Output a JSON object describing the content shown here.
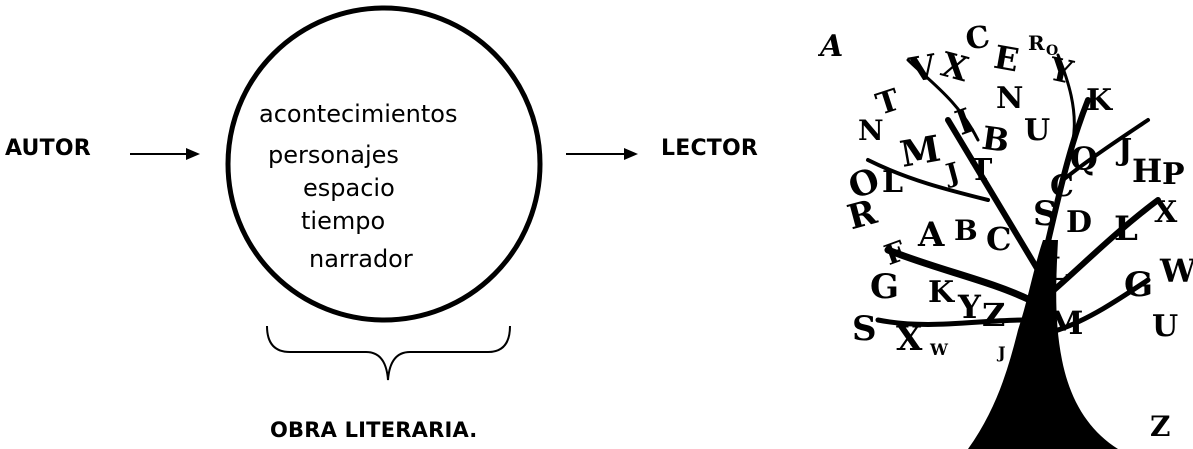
{
  "diagram": {
    "author_label": "AUTOR",
    "reader_label": "LECTOR",
    "work_label": "OBRA LITERARIA.",
    "elements": [
      "acontecimientos",
      "personajes",
      "espacio",
      "tiempo",
      "narrador"
    ]
  },
  "tree_illustration": {
    "corner_letters": [
      "A",
      "Z"
    ]
  }
}
